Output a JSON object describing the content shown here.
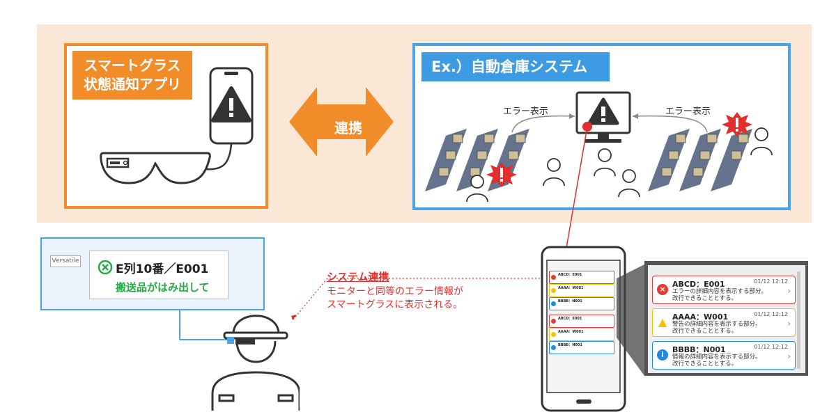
{
  "left_panel": {
    "title_line1": "スマートグラス",
    "title_line2": "状態通知アプリ"
  },
  "link": {
    "label": "連携"
  },
  "right_panel": {
    "title": "Ex.）自動倉庫システム",
    "error_label_left": "エラー表示",
    "error_label_right": "エラー表示"
  },
  "glass_notification": {
    "brand": "Versatile",
    "title": "E列10番／E001",
    "message": "搬送品がはみ出して"
  },
  "system_link": {
    "title": "システム連携",
    "line1": "モニターと同等のエラー情報が",
    "line2": "スマートグラスに表示される。"
  },
  "alerts": [
    {
      "title": "ABCD：E001",
      "time": "01/12 12:12",
      "desc1": "エラーの詳細内容を表示する部分。",
      "desc2": "改行できることとする。",
      "level": "error",
      "color": "#e53935",
      "icon": "x-circle-icon"
    },
    {
      "title": "AAAA：W001",
      "time": "01/12 12:12",
      "desc1": "警告の詳細内容を表示する部分。",
      "desc2": "改行できることとする。",
      "level": "warning",
      "color": "#f2c200",
      "icon": "warning-triangle-icon"
    },
    {
      "title": "BBBB：N001",
      "time": "01/12 12:12",
      "desc1": "情報の詳細内容を表示する部分。",
      "desc2": "改行できることとする。",
      "level": "info",
      "color": "#1e88e5",
      "icon": "info-circle-icon"
    }
  ],
  "phone_alerts": [
    {
      "title": "ABCD：E001",
      "color": "#e53935"
    },
    {
      "title": "AAAA：W001",
      "color": "#f2c200"
    },
    {
      "title": "BBBB：N001",
      "color": "#1e88e5"
    },
    {
      "title": "ABCD：E001",
      "color": "#e53935"
    },
    {
      "title": "AAAA：W001",
      "color": "#f2c200"
    },
    {
      "title": "BBBB：N001",
      "color": "#1e88e5"
    }
  ],
  "colors": {
    "orange": "#f28c28",
    "blue": "#3d9be3",
    "red": "#e0302e",
    "green": "#27a844",
    "peach_bg": "#fbe7d6"
  }
}
